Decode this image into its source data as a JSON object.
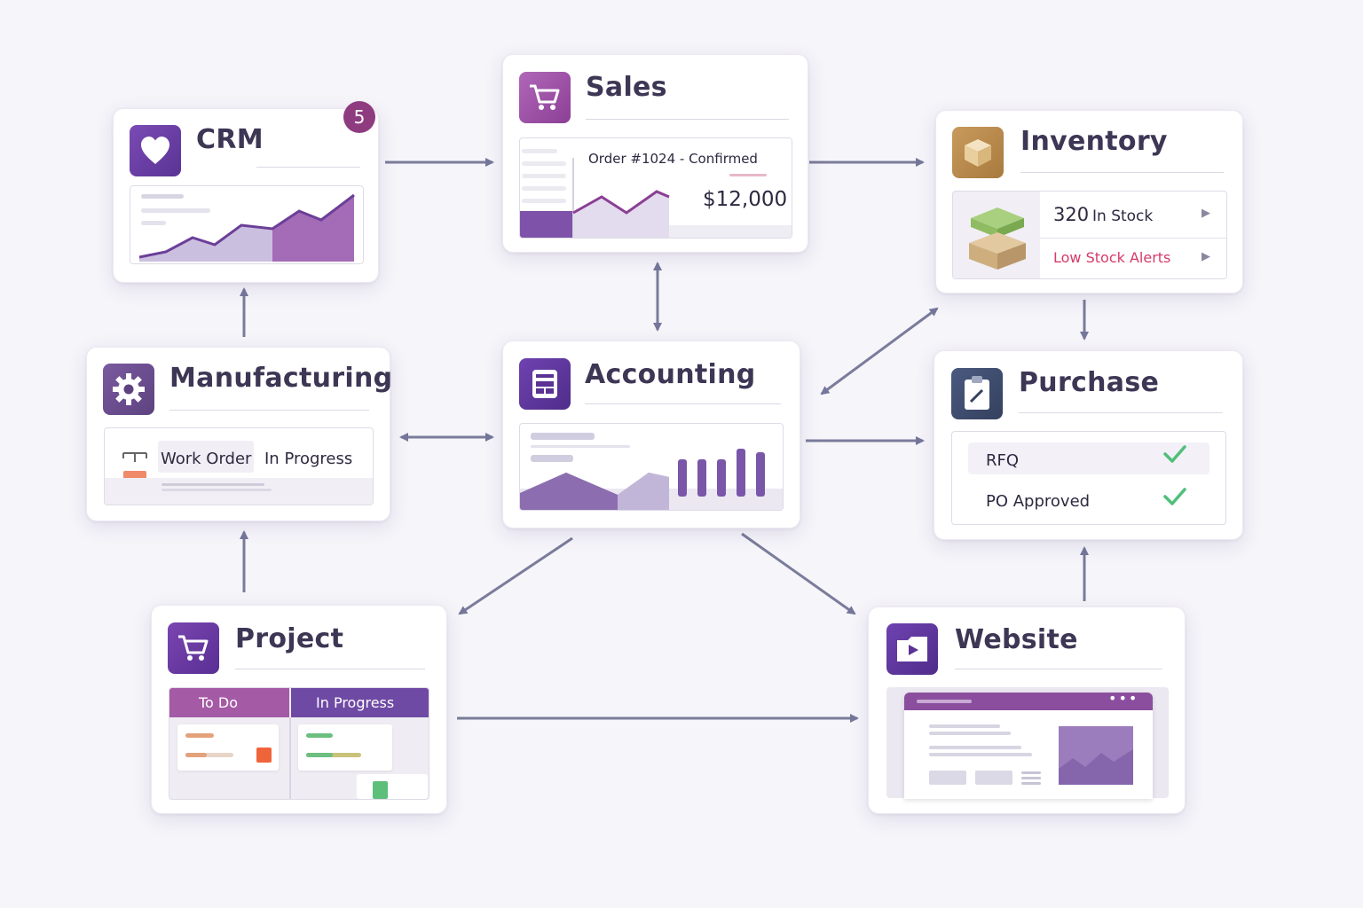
{
  "colors": {
    "brand": "#6a3fa0",
    "accent": "#8f3b7f",
    "arrow": "#7a7c9a",
    "alert": "#d63a6a",
    "check": "#4fbf7a"
  },
  "modules": {
    "crm": {
      "title": "CRM",
      "badge": "5",
      "icon": "heart-icon"
    },
    "sales": {
      "title": "Sales",
      "order": "Order #1024 - Confirmed",
      "amount": "$12,000",
      "icon": "cart-icon"
    },
    "inventory": {
      "title": "Inventory",
      "stock_count": "320",
      "stock_label": "In Stock",
      "alerts": "Low Stock Alerts",
      "icon": "box-icon"
    },
    "manufacturing": {
      "title": "Manufacturing",
      "work_order": "Work Order",
      "status": "In Progress",
      "icon": "gear-icon"
    },
    "accounting": {
      "title": "Accounting",
      "icon": "ledger-icon"
    },
    "purchase": {
      "title": "Purchase",
      "rfq": "RFQ",
      "po": "PO Approved",
      "icon": "clipboard-icon"
    },
    "project": {
      "title": "Project",
      "col_todo": "To Do",
      "col_progress": "In Progress",
      "icon": "cart-icon"
    },
    "website": {
      "title": "Website",
      "icon": "play-folder-icon"
    }
  }
}
